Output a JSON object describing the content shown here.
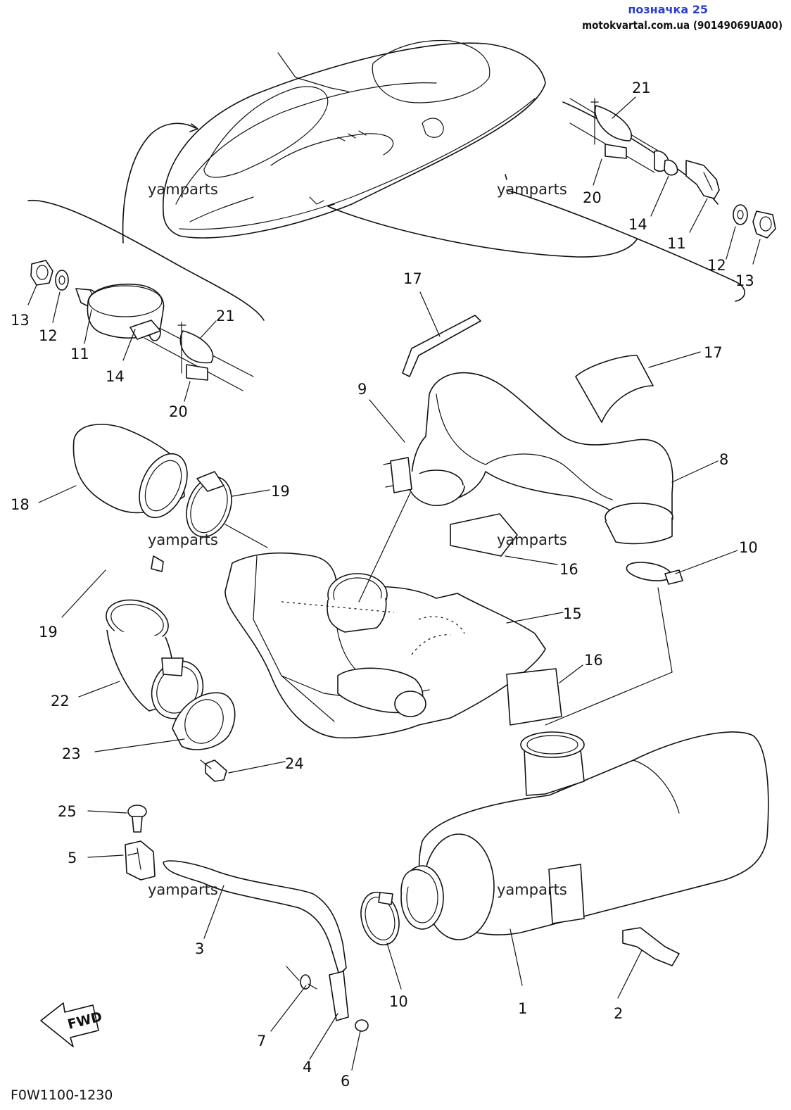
{
  "header": {
    "title": "позначка 25",
    "subtitle": "motokvartal.com.ua (90149069UA00)"
  },
  "watermark": "yamparts",
  "drawing_code": "F0W1100-1230",
  "fwd_label": "FWD",
  "callouts": {
    "n1": "1",
    "n2": "2",
    "n3": "3",
    "n4": "4",
    "n5": "5",
    "n6": "6",
    "n7": "7",
    "n8": "8",
    "n9": "9",
    "n10a": "10",
    "n10b": "10",
    "n11a": "11",
    "n11b": "11",
    "n12a": "12",
    "n12b": "12",
    "n13a": "13",
    "n13b": "13",
    "n14a": "14",
    "n14b": "14",
    "n15": "15",
    "n16a": "16",
    "n16b": "16",
    "n17a": "17",
    "n17b": "17",
    "n18": "18",
    "n19a": "19",
    "n19b": "19",
    "n20a": "20",
    "n20b": "20",
    "n21a": "21",
    "n21b": "21",
    "n22": "22",
    "n23": "23",
    "n24": "24",
    "n25": "25"
  },
  "icons": [
    "watercraft-outline",
    "exhaust-muffler",
    "fwd-arrow"
  ]
}
